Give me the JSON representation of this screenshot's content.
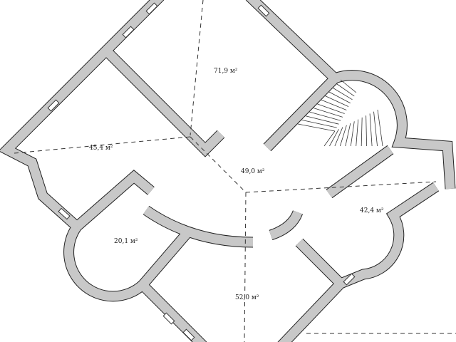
{
  "rooms": [
    {
      "id": "room-a",
      "area": "71,9 м²"
    },
    {
      "id": "room-b",
      "area": "45,4 м²"
    },
    {
      "id": "room-c",
      "area": "49,0 м²"
    },
    {
      "id": "room-d",
      "area": "42,4 м²"
    },
    {
      "id": "room-e",
      "area": "20,1 м²"
    },
    {
      "id": "room-f",
      "area": "52,0 м²"
    }
  ],
  "colors": {
    "wall": "#c8c8c8",
    "outline": "#222222"
  }
}
